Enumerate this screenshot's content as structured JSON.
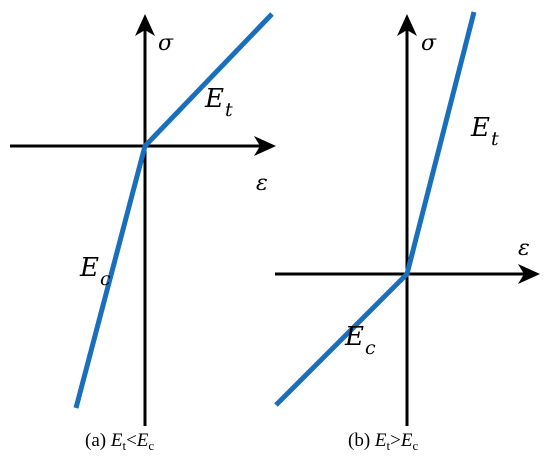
{
  "colors": {
    "curve": "#1a6fbd",
    "axis": "#000000"
  },
  "panels": [
    {
      "stress_symbol": "σ",
      "strain_symbol": "ε",
      "upper_modulus": {
        "letter": "E",
        "subscript": "t"
      },
      "lower_modulus": {
        "letter": "E",
        "subscript": "c"
      },
      "caption": {
        "prefix": "(a) ",
        "left_letter": "E",
        "left_sub": "t",
        "relation": "<",
        "right_letter": "E",
        "right_sub": "c"
      }
    },
    {
      "stress_symbol": "σ",
      "strain_symbol": "ε",
      "upper_modulus": {
        "letter": "E",
        "subscript": "t"
      },
      "lower_modulus": {
        "letter": "E",
        "subscript": "c"
      },
      "caption": {
        "prefix": "(b) ",
        "left_letter": "E",
        "left_sub": "t",
        "relation": ">",
        "right_letter": "E",
        "right_sub": "c"
      }
    }
  ]
}
